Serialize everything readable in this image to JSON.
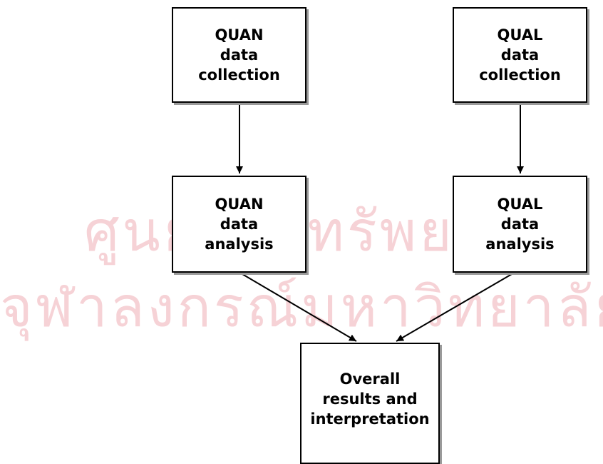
{
  "watermark": {
    "line1": "ศูนย์วิทยทรัพยากร",
    "line2": "จุฬาลงกรณ์มหาวิทยาลัย"
  },
  "boxes": {
    "quan_collection": [
      "QUAN",
      "data",
      "collection"
    ],
    "qual_collection": [
      "QUAL",
      "data",
      "collection"
    ],
    "quan_analysis": [
      "QUAN",
      "data",
      "analysis"
    ],
    "qual_analysis": [
      "QUAL",
      "data",
      "analysis"
    ],
    "overall": [
      "Overall",
      "results and",
      "interpretation"
    ]
  },
  "colors": {
    "border": "#000000",
    "shadow": "#9a9a9a",
    "watermark": "#f6d2d6"
  }
}
